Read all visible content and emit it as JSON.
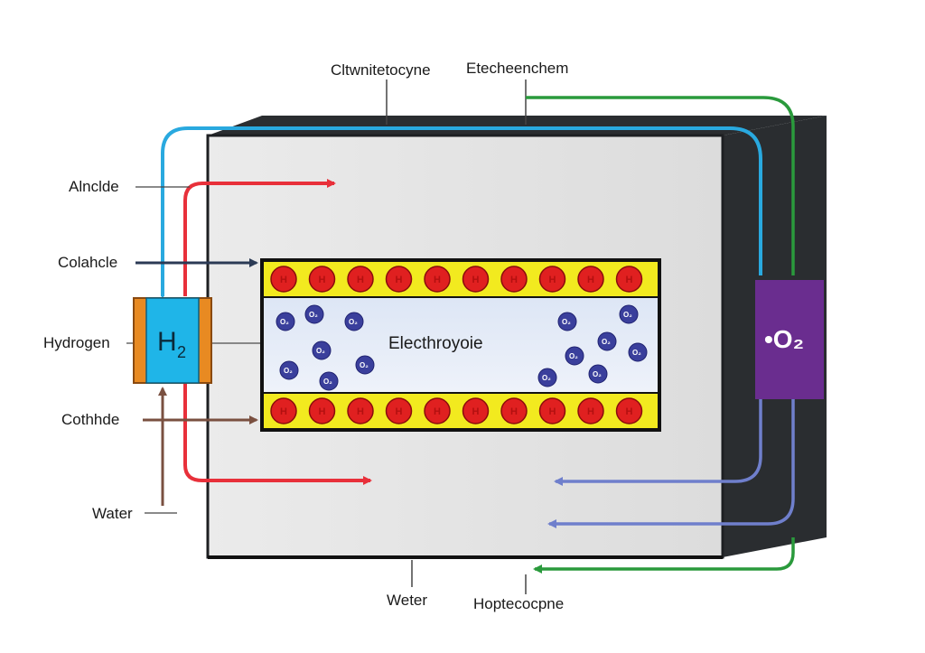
{
  "labels": {
    "top_left": "Cltwnitetocyne",
    "top_right": "Etecheenchem",
    "anode": "Alnclde",
    "catalyst": "Colahcle",
    "hydrogen": "Hydrogen",
    "cathode": "Cothhde",
    "water_left": "Water",
    "water_bottom": "Weter",
    "bottom_right": "Hoptecocpne",
    "electrolyte": "Electhroyoie"
  },
  "h2": {
    "main": "H",
    "sub": "2"
  },
  "o2": {
    "text": "•O₂"
  },
  "ions": {
    "top_label": "H",
    "bottom_label": "H",
    "top_count": 10,
    "bottom_count": 10
  },
  "oxygen_particles": [
    "O₂",
    "O₂",
    "O₂",
    "O₂",
    "O₂",
    "O₂",
    "O₂",
    "O₂",
    "O₂",
    "O₂",
    "O₂",
    "O₂",
    "O₂",
    "O₂"
  ],
  "colors": {
    "hydrogen_line": "#29a9df",
    "flow_red": "#e8303a",
    "oxygen_green": "#2a9a3c",
    "return_blue": "#6f7fcc",
    "casing_dark": "#2a2d30",
    "o2_box": "#6a2d8f",
    "ion_red": "#e02020",
    "membrane_yellow": "#f2ea1f"
  }
}
